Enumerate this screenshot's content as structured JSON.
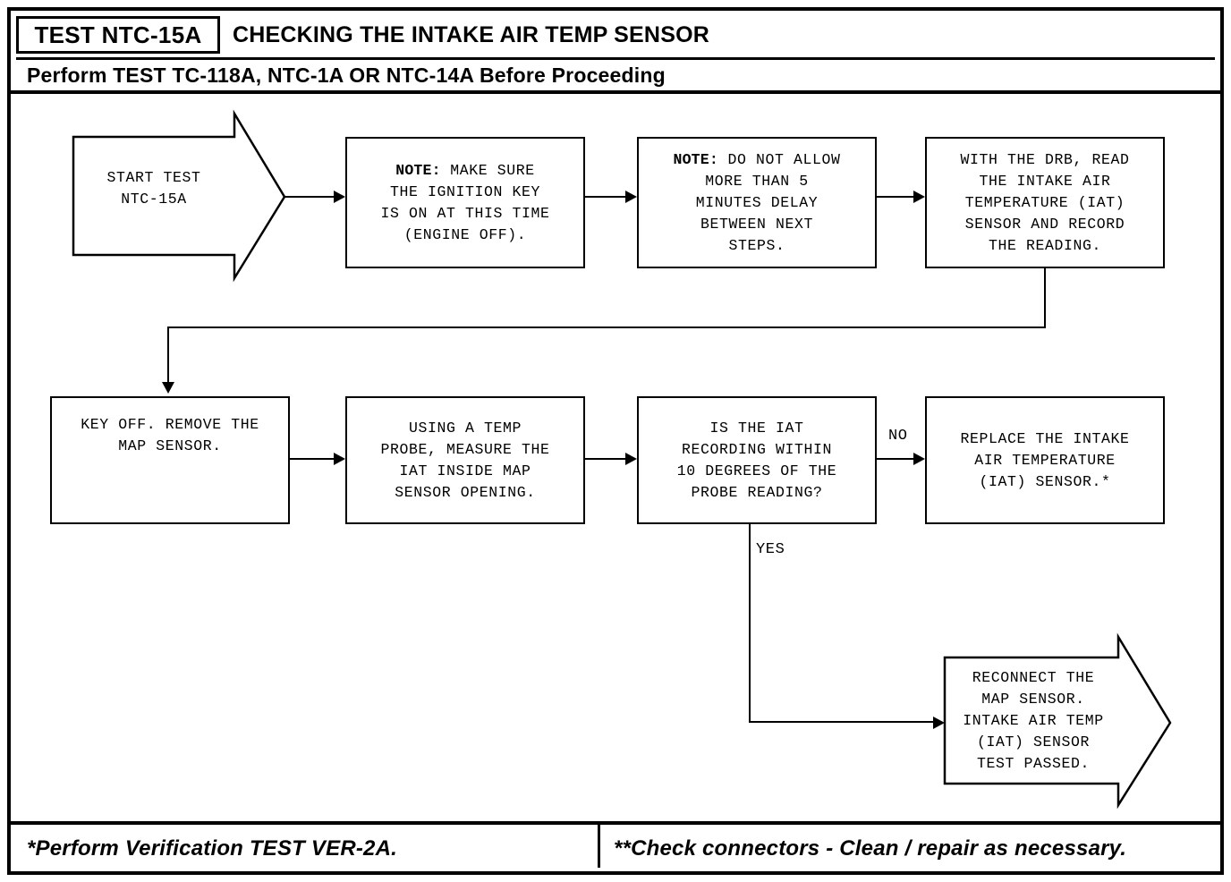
{
  "header": {
    "test_id": "TEST NTC-15A",
    "title": "CHECKING THE INTAKE AIR TEMP SENSOR",
    "subtitle": "Perform TEST TC-118A, NTC-1A OR NTC-14A Before Proceeding"
  },
  "nodes": {
    "start": {
      "kind": "terminator-arrow",
      "text": "START TEST\nNTC-15A"
    },
    "note_ignition": {
      "kind": "process",
      "label_bold": "NOTE:",
      "text": " MAKE SURE\nTHE IGNITION KEY\nIS ON AT THIS TIME\n(ENGINE OFF)."
    },
    "note_delay": {
      "kind": "process",
      "label_bold": "NOTE:",
      "text": " DO NOT ALLOW\nMORE THAN 5\nMINUTES DELAY\nBETWEEN NEXT\nSTEPS."
    },
    "read_drb": {
      "kind": "process",
      "text": "WITH THE DRB, READ\nTHE INTAKE AIR\nTEMPERATURE (IAT)\nSENSOR AND RECORD\nTHE READING."
    },
    "key_off": {
      "kind": "process",
      "text": "KEY OFF. REMOVE THE\nMAP SENSOR."
    },
    "temp_probe": {
      "kind": "process",
      "text": "USING A TEMP\nPROBE, MEASURE THE\nIAT INSIDE MAP\nSENSOR OPENING."
    },
    "decision_iat": {
      "kind": "decision",
      "text": "IS THE IAT\nRECORDING WITHIN\n10 DEGREES OF THE\nPROBE READING?"
    },
    "replace_iat": {
      "kind": "process",
      "text": "REPLACE THE INTAKE\nAIR TEMPERATURE\n(IAT) SENSOR.*"
    },
    "test_passed": {
      "kind": "terminator-arrow",
      "text": "RECONNECT THE\nMAP SENSOR.\nINTAKE AIR TEMP\n(IAT) SENSOR\nTEST PASSED."
    }
  },
  "edges": {
    "no_label": "NO",
    "yes_label": "YES"
  },
  "footer": {
    "left": "*Perform Verification TEST VER-2A.",
    "right": "**Check connectors - Clean / repair as necessary."
  },
  "colors": {
    "ink": "#000000",
    "paper": "#ffffff"
  }
}
